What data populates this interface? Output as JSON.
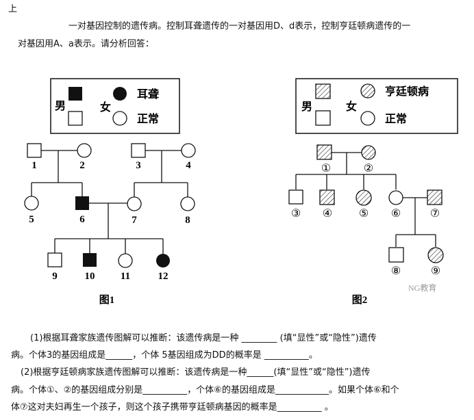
{
  "header": {
    "top_char": "上",
    "intro_line1": "一对基因控制的遗传病。控制耳聋遗传的一对基因用D、d表示，控制亨廷顿病遗传的一",
    "intro_line2": "对基因用A、a表示。请分析回答："
  },
  "figure1": {
    "caption": "图1",
    "legend": {
      "male": "男",
      "female": "女",
      "affected": "耳聋",
      "normal": "正常"
    },
    "labels": [
      "1",
      "2",
      "3",
      "4",
      "5",
      "6",
      "7",
      "8",
      "9",
      "10",
      "11",
      "12"
    ]
  },
  "figure2": {
    "caption": "图2",
    "legend": {
      "male": "男",
      "female": "女",
      "affected": "亨廷顿病",
      "normal": "正常"
    },
    "labels": [
      "①",
      "②",
      "③",
      "④",
      "⑤",
      "⑥",
      "⑦",
      "⑧",
      "⑨"
    ]
  },
  "watermark": "NG教育",
  "questions": {
    "q1_line1": "(1)根据耳聋家族遗传图解可以推断：该遗传病是一种 ________ (填“显性”或“隐性”)遗传",
    "q1_line2": "病。个体3的基因组成是______，个体 5基因组成为DD的概率是 __________。",
    "q2_line1": "(2)根据亨廷顿病家族遗传图解可以推断：该遗传病是一种______(填“显性”或“隐性”)遗传",
    "q2_line2": "病。个体①、②的基因组成分别是__________，个体⑥的基因组成是____________。如果个体⑥和个",
    "q2_line3": "体⑦这对夫妇再生一个孩子，则这个孩子携带亨廷顿病基因的概率是__________ 。"
  }
}
